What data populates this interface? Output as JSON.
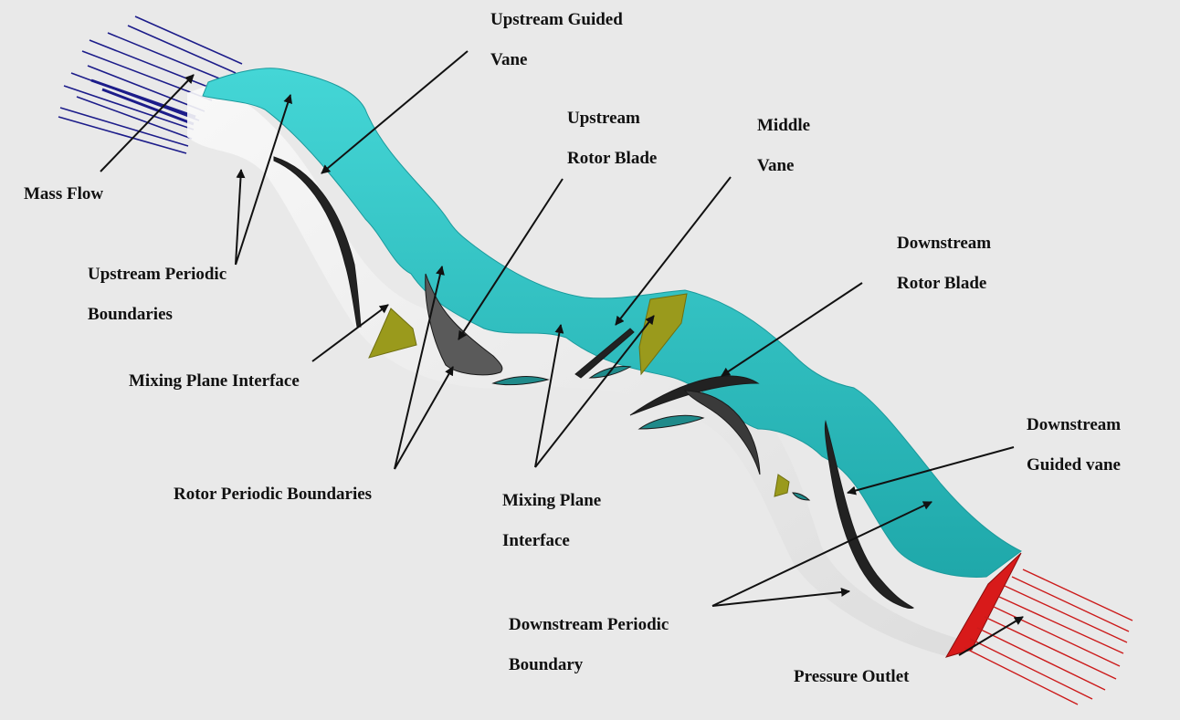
{
  "colors": {
    "background": "#e9e9e9",
    "periodic_surface": "#2ec4c4",
    "mixing_plane": "#9a9a1c",
    "blade": "#3a3a3a",
    "inlet_flow": "#1c1c8a",
    "outlet_flow": "#cc1a1a",
    "arrow": "#111111"
  },
  "labels": {
    "upstream_guided_vane": [
      "Upstream Guided",
      "Vane"
    ],
    "upstream_rotor_blade": [
      "Upstream",
      "Rotor Blade"
    ],
    "middle_vane": [
      "Middle",
      "Vane"
    ],
    "downstream_rotor_blade": [
      "Downstream",
      "Rotor Blade"
    ],
    "mass_flow": "Mass Flow",
    "upstream_periodic_boundaries": [
      "Upstream Periodic",
      "Boundaries"
    ],
    "mixing_plane_interface_left": "Mixing Plane Interface",
    "rotor_periodic_boundaries": "Rotor Periodic Boundaries",
    "mixing_plane_interface_center": [
      "Mixing Plane",
      "Interface"
    ],
    "downstream_guided_vane": [
      "Downstream",
      "Guided vane"
    ],
    "downstream_periodic_boundary": [
      "Downstream Periodic",
      "Boundary"
    ],
    "pressure_outlet": "Pressure Outlet"
  }
}
